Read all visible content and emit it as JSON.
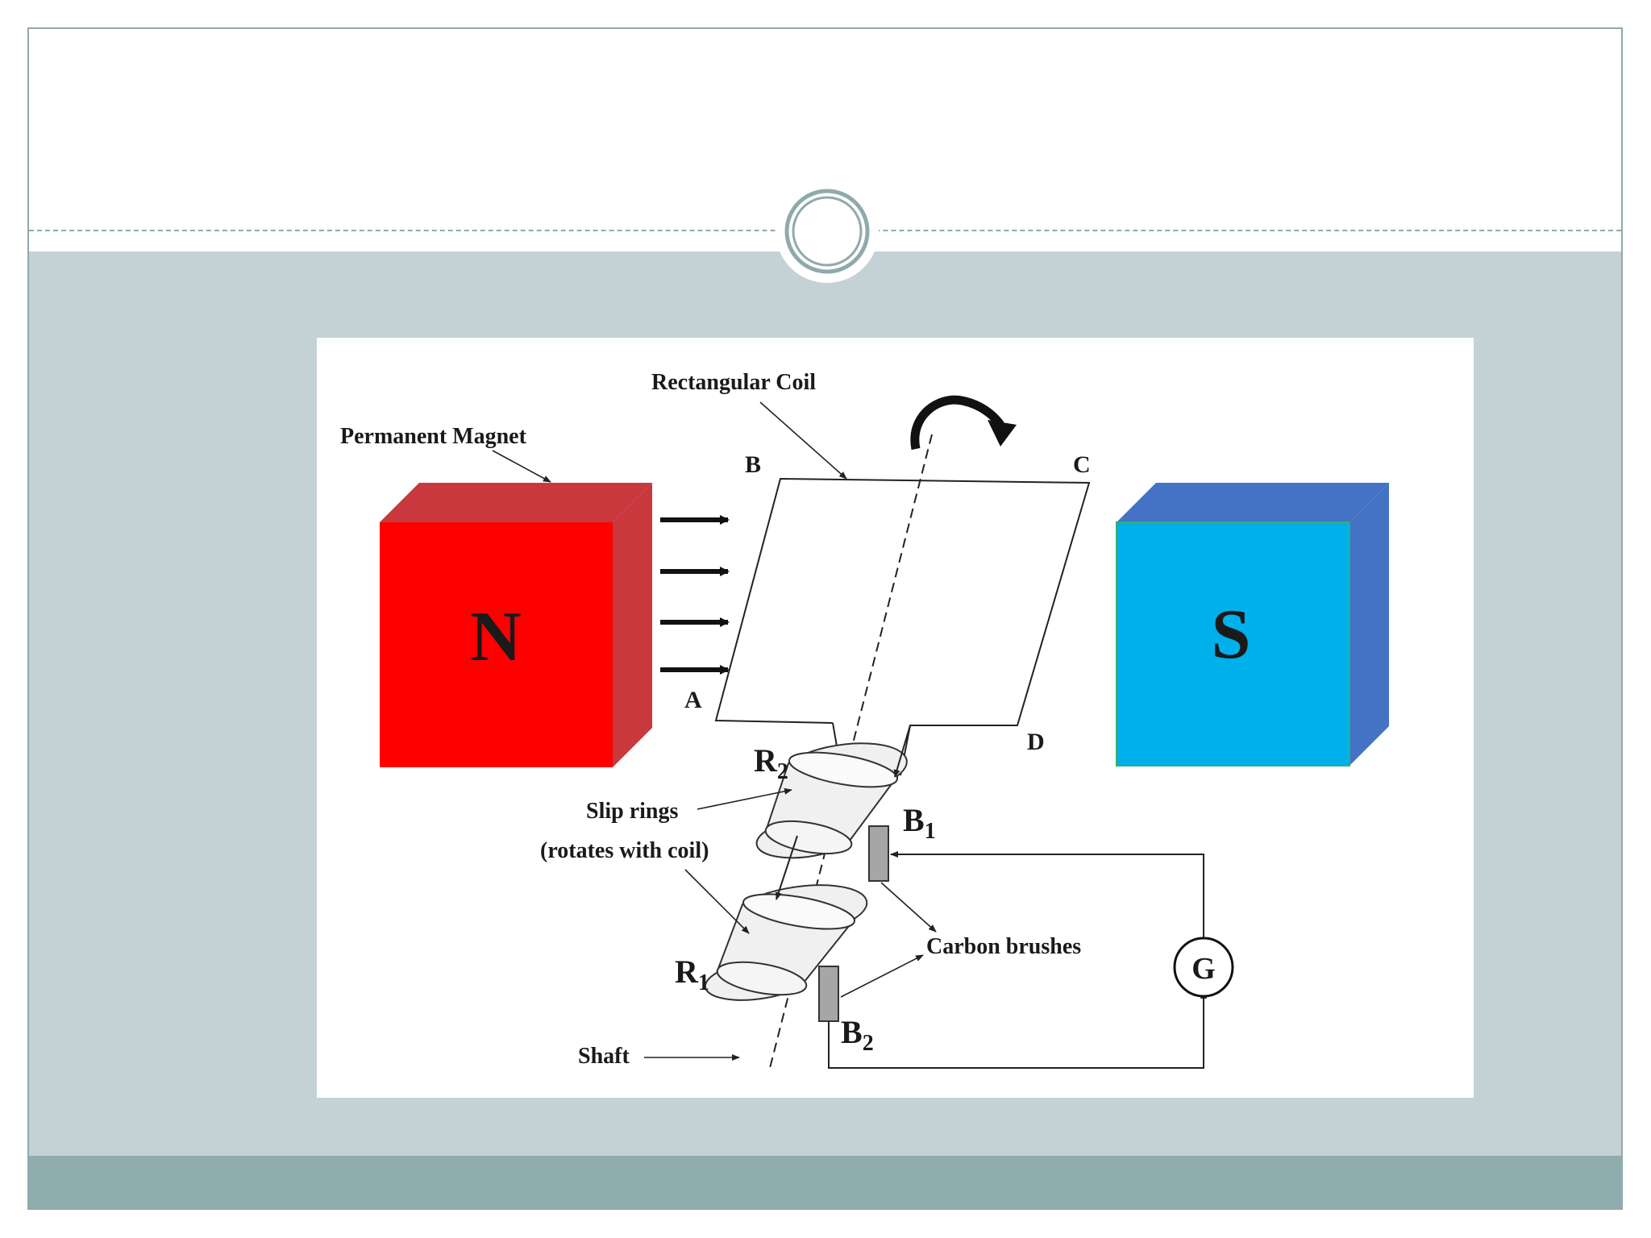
{
  "diagram": {
    "labels": {
      "rectangular_coil": "Rectangular Coil",
      "permanent_magnet": "Permanent Magnet",
      "slip_rings": "Slip rings",
      "rotates_with_coil": "(rotates with coil)",
      "carbon_brushes": "Carbon brushes",
      "shaft": "Shaft"
    },
    "corners": {
      "a": "A",
      "b": "B",
      "c": "C",
      "d": "D"
    },
    "poles": {
      "north": "N",
      "south": "S"
    },
    "rings": {
      "r2_letter": "R",
      "r2_sub": "2",
      "r1_letter": "R",
      "r1_sub": "1"
    },
    "brushes": {
      "b1_letter": "B",
      "b1_sub": "1",
      "b2_letter": "B",
      "b2_sub": "2"
    },
    "meter": {
      "galvanometer": "G"
    },
    "colors": {
      "north_front": "#ff0000",
      "north_side": "#c8383d",
      "south_front": "#00b0ea",
      "south_side": "#4472c4",
      "band": "#c4d2d5",
      "footer": "#8facaf"
    }
  }
}
